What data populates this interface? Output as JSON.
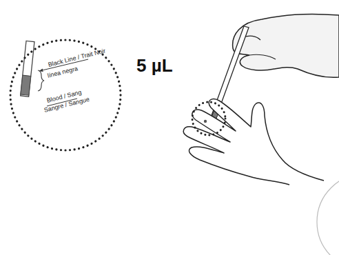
{
  "diagram": {
    "nodes": [
      {
        "text": [
          "Black Line / Trait Noir",
          "línea negra",
          "Blood / Sang",
          "Sangre / Sangue"
        ]
      }
    ],
    "labels": [
      "5 µL"
    ]
  }
}
